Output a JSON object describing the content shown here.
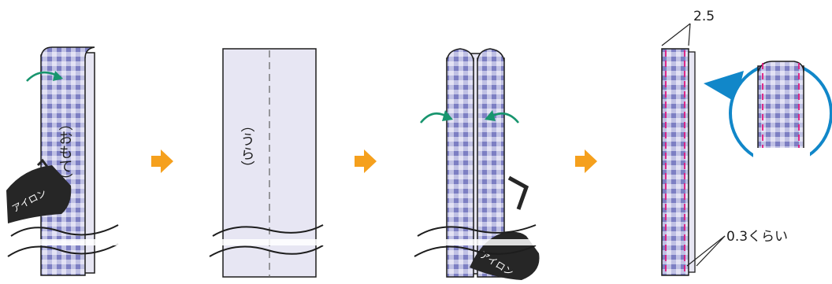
{
  "labels": {
    "omote": "（おもて）",
    "ura": "（うら）",
    "iron": "アイロン",
    "top_measure": "2.5",
    "side_measure": "0.3くらい"
  },
  "icons": {
    "arrow": "orange-right-arrow-icon",
    "fold_arrow": "green-curved-arrow-icon",
    "iron": "iron-icon",
    "magnifier": "zoom-callout-icon"
  },
  "colors": {
    "check_base": "#e3e2f4",
    "check_line": "#a4a5d6",
    "check_cross": "#7d7fc3",
    "fabric_back": "#e7e6f3",
    "outline": "#1d1d1d",
    "arrow_orange": "#f5a01d",
    "fold_green": "#18956e",
    "iron_fill": "#262626",
    "stitch_pink": "#e2197f",
    "callout_blue": "#1187c9"
  }
}
